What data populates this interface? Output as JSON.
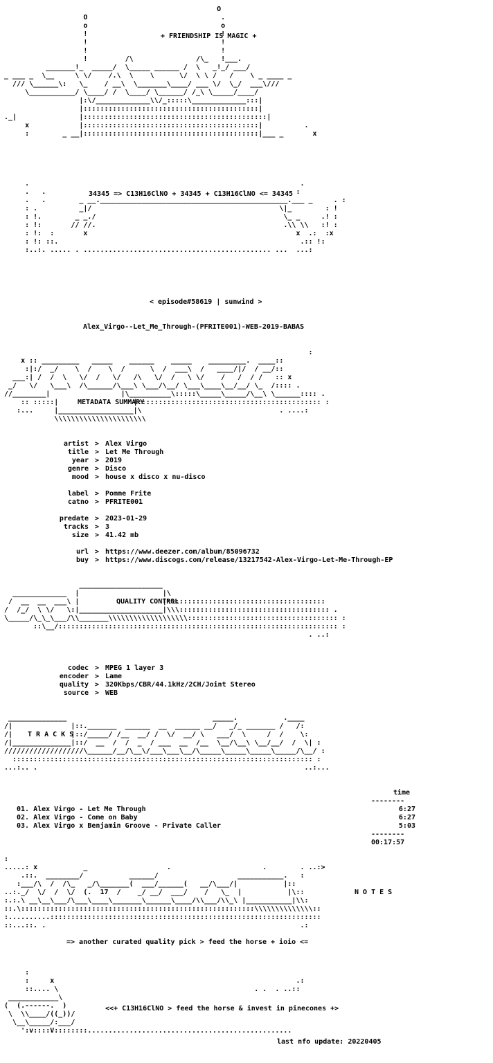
{
  "header": {
    "friendship": "+ FRIENDSHIP IS MAGIC +",
    "formula": "34345 => C13H16ClNO + 34345 + C13H16ClNO <= 34345",
    "episode": "< episode#58619 | sunwind >",
    "release_name": "Alex_Virgo--Let_Me_Through-(PFRITE001)-WEB-2019-BABAS"
  },
  "sections": {
    "metadata": "METADATA SUMMARY",
    "quality": "QUALITY CONTROL",
    "tracks": "T R A C K S",
    "notes": "N O T E S"
  },
  "metadata": {
    "sep": ">",
    "artist": {
      "k": "artist",
      "v": "Alex Virgo"
    },
    "title": {
      "k": "title",
      "v": "Let Me Through"
    },
    "year": {
      "k": "year",
      "v": "2019"
    },
    "genre": {
      "k": "genre",
      "v": "Disco"
    },
    "mood": {
      "k": "mood",
      "v": "house x disco x nu-disco"
    },
    "label": {
      "k": "label",
      "v": "Pomme Frite"
    },
    "catno": {
      "k": "catno",
      "v": "PFRITE001"
    },
    "predate": {
      "k": "predate",
      "v": "2023-01-29"
    },
    "tracks": {
      "k": "tracks",
      "v": "3"
    },
    "size": {
      "k": "size",
      "v": "41.42 mb"
    },
    "url": {
      "k": "url",
      "v": "https://www.deezer.com/album/85096732"
    },
    "buy": {
      "k": "buy",
      "v": "https://www.discogs.com/release/13217542-Alex-Virgo-Let-Me-Through-EP"
    }
  },
  "quality": {
    "codec": {
      "k": "codec",
      "v": "MPEG 1 layer 3"
    },
    "encoder": {
      "k": "encoder",
      "v": "Lame"
    },
    "quality": {
      "k": "quality",
      "v": "320Kbps/CBR/44.1kHz/2CH/Joint Stereo"
    },
    "source": {
      "k": "source",
      "v": "WEB"
    }
  },
  "tracklist": {
    "time_header": "time",
    "divider": "--------",
    "items": [
      {
        "title": "01. Alex Virgo - Let Me Through",
        "time": "6:27"
      },
      {
        "title": "02. Alex Virgo - Come on Baby",
        "time": "6:27"
      },
      {
        "title": "03. Alex Virgo x Benjamin Groove - Private Caller",
        "time": "5:03"
      }
    ],
    "total": "00:17:57"
  },
  "notes": {
    "text": "=> another curated quality pick > feed the horse + ioio <="
  },
  "footer": {
    "tagline": "<<+ C13H16ClNO > feed the horse & invest in pinecones +>",
    "update": "last nfo update: 20220405"
  }
}
